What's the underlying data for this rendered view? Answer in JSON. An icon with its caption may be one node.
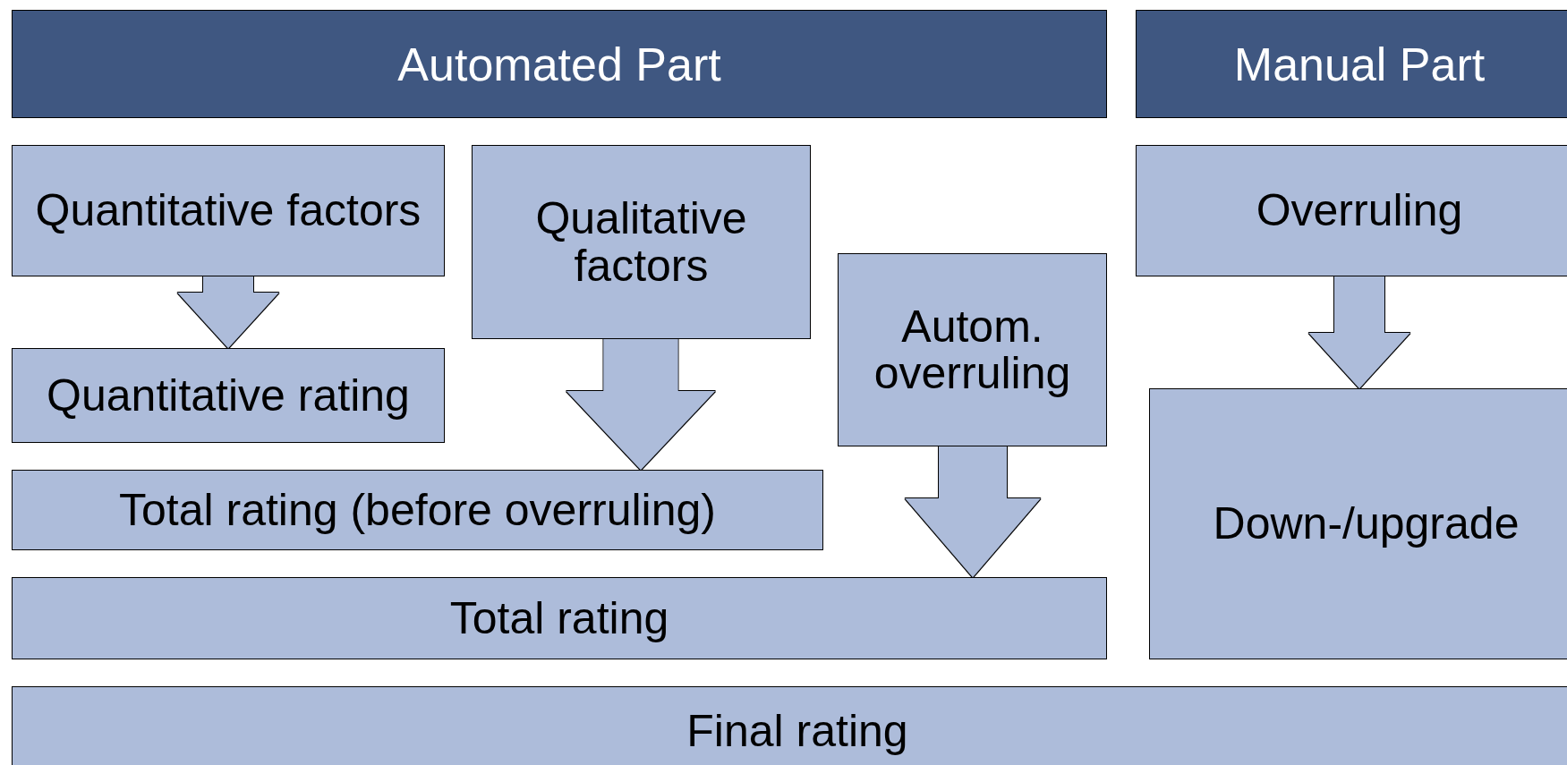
{
  "diagram": {
    "nodes": [
      {
        "text": [
          "Automated Part"
        ]
      },
      {
        "text": [
          "Manual Part"
        ]
      },
      {
        "text": [
          "Quantitative factors"
        ]
      },
      {
        "text": [
          "Qualitative factors"
        ]
      },
      {
        "text": [
          "Autom. overruling"
        ]
      },
      {
        "text": [
          "Overruling"
        ]
      },
      {
        "text": [
          "Quantitative rating"
        ]
      },
      {
        "text": [
          "Total rating (before overruling)"
        ]
      },
      {
        "text": [
          "Down-/upgrade"
        ]
      },
      {
        "text": [
          "Total rating"
        ]
      },
      {
        "text": [
          "Final rating"
        ]
      }
    ],
    "edges": [
      {
        "from": 2,
        "to": 6,
        "arrow": "to"
      },
      {
        "from": 3,
        "to": 7,
        "arrow": "to"
      },
      {
        "from": 4,
        "to": 9,
        "arrow": "to"
      },
      {
        "from": 5,
        "to": 8,
        "arrow": "to"
      }
    ]
  }
}
